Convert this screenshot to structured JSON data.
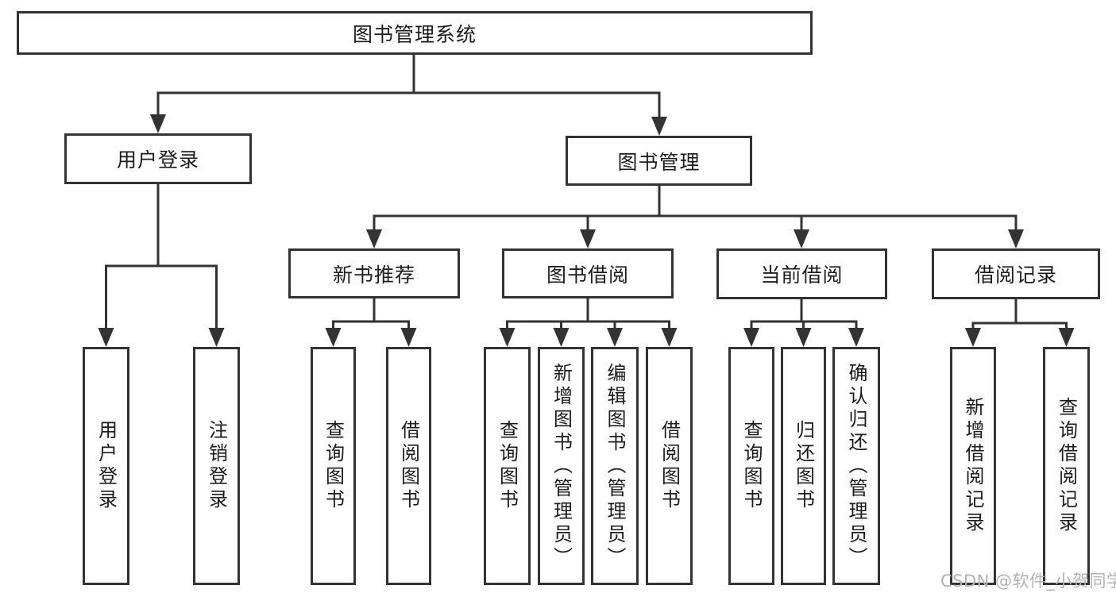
{
  "diagram": {
    "title": "图书管理系统",
    "colors": {
      "line": "#333333",
      "box_border": "#333333",
      "box_background": "#ffffff",
      "text": "#1c1c1c",
      "watermark": "#b3b3b3"
    },
    "nodes": {
      "root": {
        "label": "图书管理系统"
      },
      "user_login": {
        "label": "用户登录"
      },
      "book_mgmt": {
        "label": "图书管理"
      },
      "new_book_rec": {
        "label": "新书推荐"
      },
      "book_borrow": {
        "label": "图书借阅"
      },
      "current_borrow": {
        "label": "当前借阅"
      },
      "borrow_records": {
        "label": "借阅记录"
      },
      "ul_user_login": {
        "label": "用户登录"
      },
      "ul_logout": {
        "label": "注销登录"
      },
      "nb_query_books": {
        "label": "查询图书"
      },
      "nb_borrow_books": {
        "label": "借阅图书"
      },
      "bb_query_books": {
        "label": "查询图书"
      },
      "bb_add_books": {
        "label": "新增图书（管理员）"
      },
      "bb_edit_books": {
        "label": "编辑图书（管理员）"
      },
      "bb_borrow_books": {
        "label": "借阅图书"
      },
      "cb_query_books": {
        "label": "查询图书"
      },
      "cb_return_books": {
        "label": "归还图书"
      },
      "cb_confirm_return": {
        "label": "确认归还（管理员）"
      },
      "br_add_record": {
        "label": "新增借阅记录"
      },
      "br_query_record": {
        "label": "查询借阅记录"
      }
    },
    "hierarchy": {
      "root": "图书管理系统",
      "children": [
        {
          "label": "用户登录",
          "children": [
            "用户登录",
            "注销登录"
          ]
        },
        {
          "label": "图书管理",
          "children": [
            {
              "label": "新书推荐",
              "children": [
                "查询图书",
                "借阅图书"
              ]
            },
            {
              "label": "图书借阅",
              "children": [
                "查询图书",
                "新增图书（管理员）",
                "编辑图书（管理员）",
                "借阅图书"
              ]
            },
            {
              "label": "当前借阅",
              "children": [
                "查询图书",
                "归还图书",
                "确认归还（管理员）"
              ]
            },
            {
              "label": "借阅记录",
              "children": [
                "新增借阅记录",
                "查询借阅记录"
              ]
            }
          ]
        }
      ]
    }
  },
  "watermark": {
    "text": "CSDN @软件_小贺同学"
  }
}
